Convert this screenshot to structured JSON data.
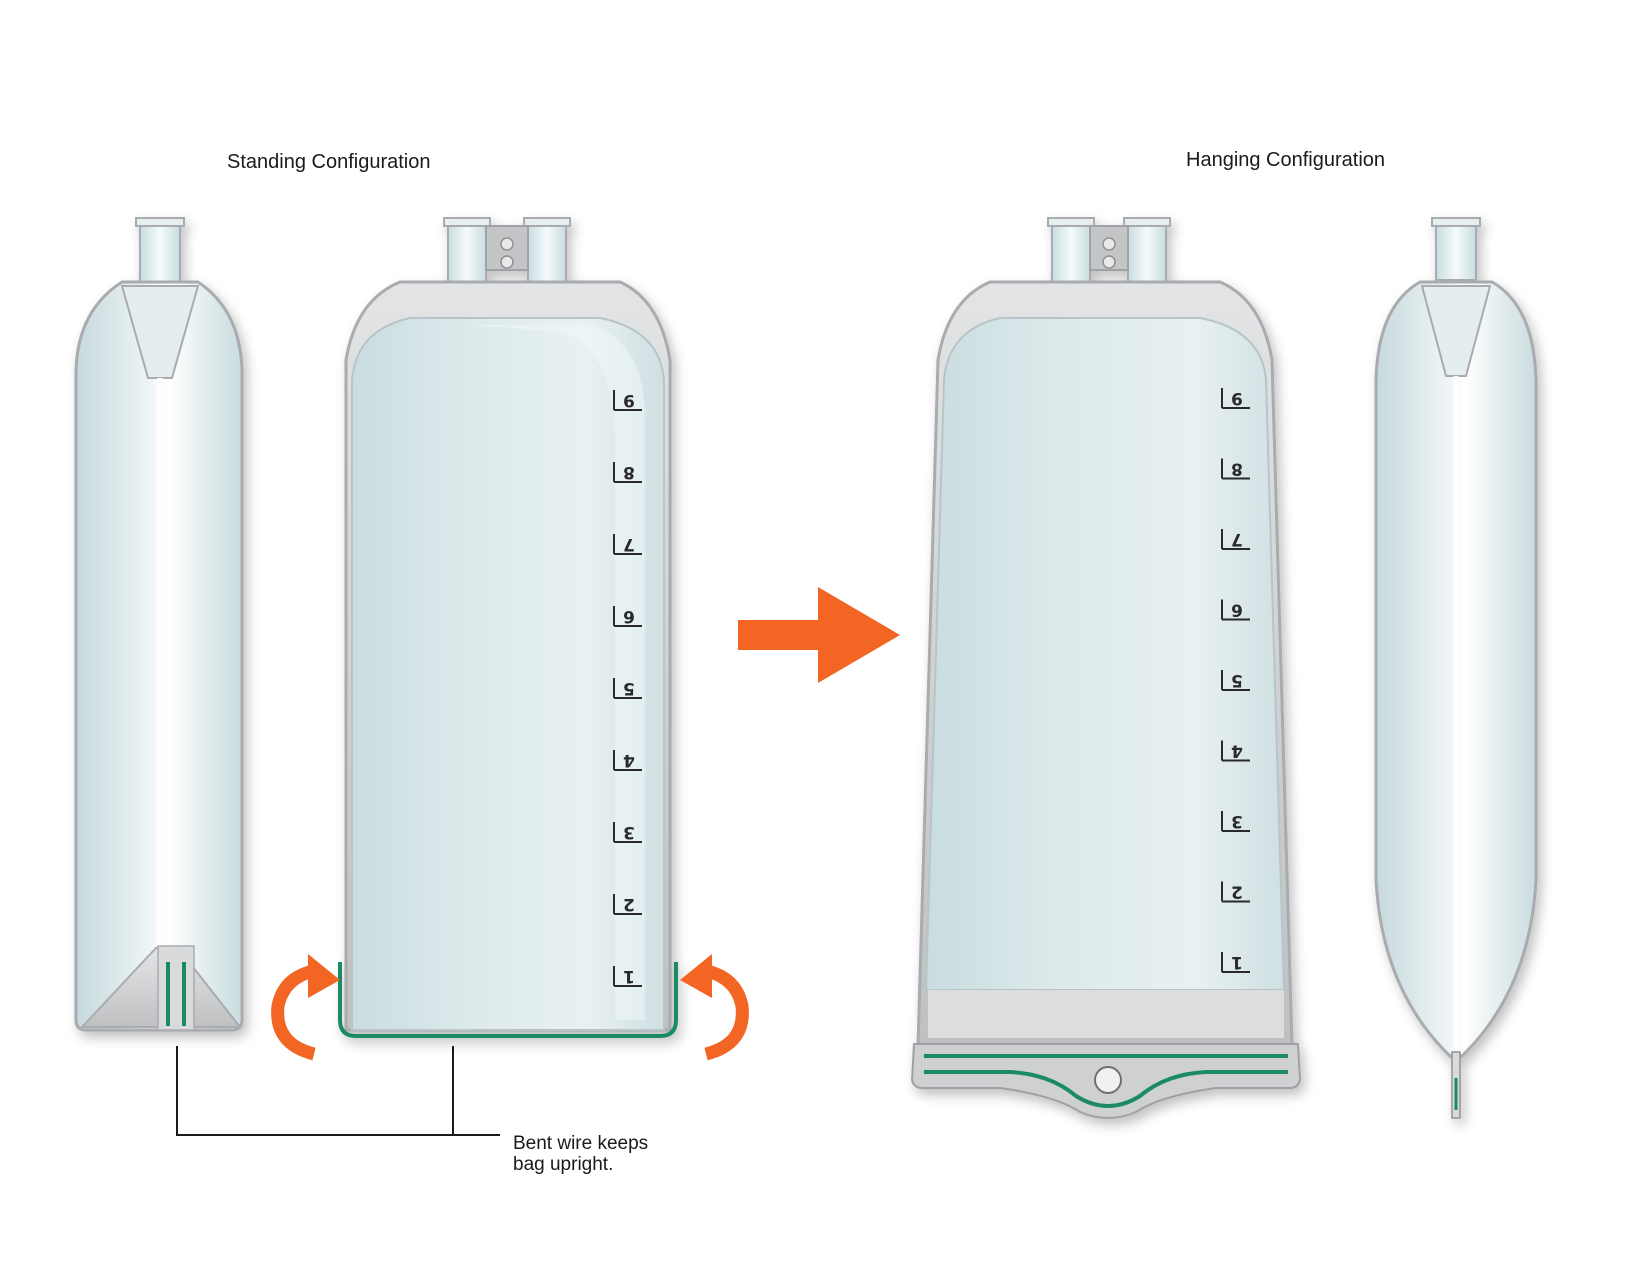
{
  "labels": {
    "standing": "Standing Configuration",
    "hanging": "Hanging Configuration"
  },
  "callout": {
    "line1": "Bent wire keeps",
    "line2": "bag upright."
  },
  "graduations": [
    "9",
    "8",
    "7",
    "6",
    "5",
    "4",
    "3",
    "2",
    "1"
  ],
  "colors": {
    "arrow": "#f26522",
    "wire": "#1f8a65",
    "bag_fill": "#d6e6e8",
    "bag_outline": "#a9abae",
    "frame_gray": "#c8c9cb"
  },
  "icons": {
    "transition_arrow": "right-arrow-icon",
    "rotate_left": "curved-arrow-icon",
    "rotate_right": "curved-arrow-icon"
  }
}
